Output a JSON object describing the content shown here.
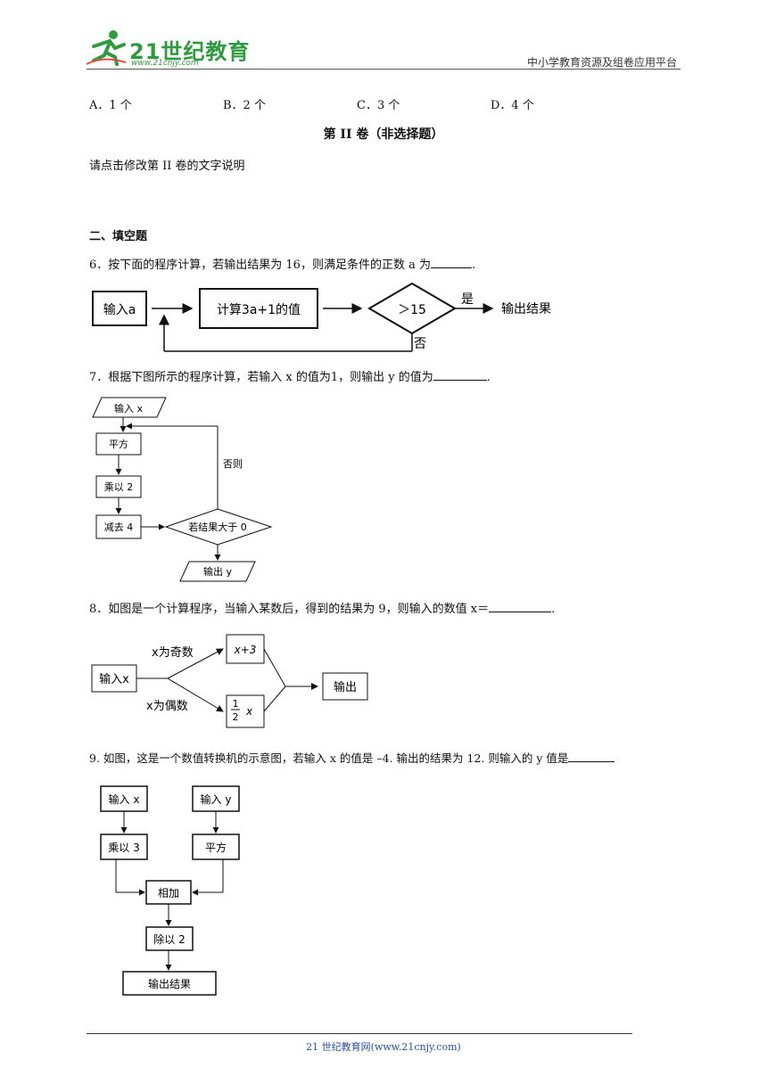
{
  "header": {
    "logo_main": "21世纪教育",
    "logo_url": "www.21cnjy.com",
    "platform": "中小学教育资源及组卷应用平台"
  },
  "options": {
    "a": "A．1 个",
    "b": "B．2 个",
    "c": "C．3 个",
    "d": "D．4 个"
  },
  "part2": {
    "title": "第 II 卷（非选择题）",
    "note": "请点击修改第 II 卷的文字说明"
  },
  "section": {
    "title": "二、填空题"
  },
  "q6": {
    "text": "6．按下面的程序计算，若输出结果为 16，则满足条件的正数 a 为",
    "end": ".",
    "flow": {
      "input": "输入a",
      "compute": "计算3a+1的值",
      "cond": "＞15",
      "yes": "是",
      "output": "输出结果",
      "no": "否"
    }
  },
  "q7": {
    "text": "7．根据下图所示的程序计算，若输入 x 的值为1，则输出 y 的值为",
    "end": ".",
    "flow": {
      "input": "输入 x",
      "square": "平方",
      "mul": "乘以 2",
      "sub": "减去 4",
      "cond": "若结果大于 0",
      "else": "否则",
      "output": "输出 y"
    }
  },
  "q8": {
    "text": "8．如图是一个计算程序，当输入某数后，得到的结果为 9，则输入的数值 x＝",
    "end": ".",
    "flow": {
      "input": "输入x",
      "odd": "x为奇数",
      "even": "x为偶数",
      "plus3": "x+3",
      "half_num": "1",
      "half_den": "2",
      "half_x": "x",
      "output": "输出"
    }
  },
  "q9": {
    "text": "9. 如图，这是一个数值转换机的示意图，若输入 x 的值是 –4. 输出的结果为 12. 则输入的 y 值是",
    "flow": {
      "input_x": "输入 x",
      "input_y": "输入 y",
      "mul3": "乘以 3",
      "square": "平方",
      "add": "相加",
      "div2": "除以 2",
      "output": "输出结果"
    }
  },
  "footer": {
    "text": "21 世纪教育网(www.21cnjy.com)"
  }
}
